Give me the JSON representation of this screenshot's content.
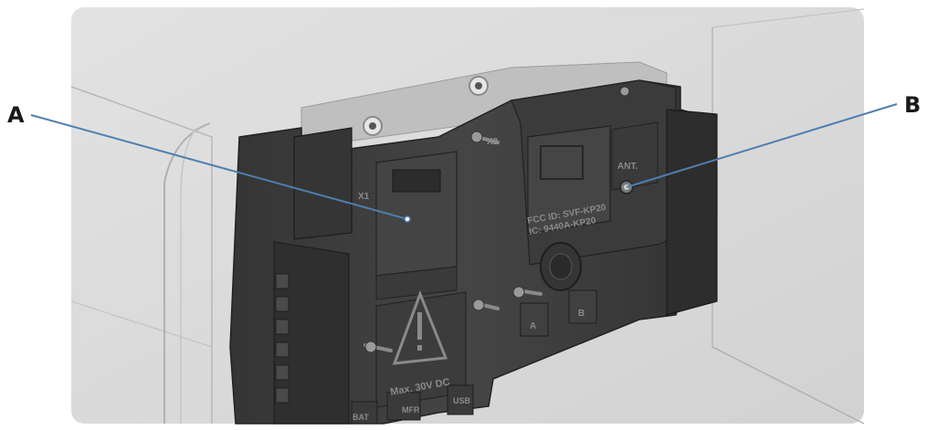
{
  "callouts": {
    "a": "A",
    "b": "B"
  },
  "markings": {
    "fcc_line1": "FCC ID: SVF-KP20",
    "fcc_line2": "IC: 9440A-KP20",
    "antenna": "ANT.",
    "warning_voltage": "Max. 30V DC",
    "x1": "X1",
    "x2": "X2",
    "jack_a": "A",
    "jack_b": "B",
    "port_mfr": "MFR",
    "port_usb": "USB",
    "port_bat": "BAT"
  },
  "colors": {
    "leader_line": "#4f7eb0",
    "module_body": "#3f3f3f",
    "enclosure": "#d9d9d9",
    "print": "#8a8a8a"
  }
}
